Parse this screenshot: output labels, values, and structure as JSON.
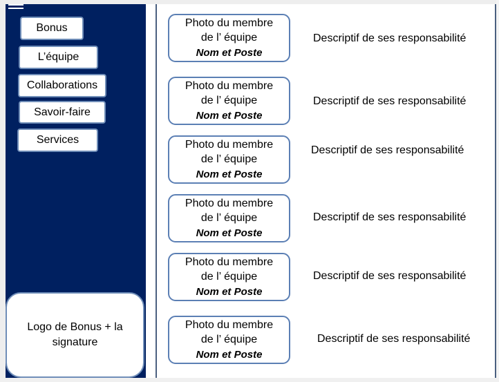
{
  "sidebar": {
    "nav": [
      {
        "label": "Bonus"
      },
      {
        "label": "L’équipe"
      },
      {
        "label": "Collaborations"
      },
      {
        "label": "Savoir-faire"
      },
      {
        "label": "Services"
      }
    ],
    "logo_text": "Logo de Bonus + la signature"
  },
  "members": [
    {
      "photo_line1": "Photo du membre",
      "photo_line2": "de l’ équipe",
      "role": "Nom et Poste",
      "description": "Descriptif de ses responsabilité"
    },
    {
      "photo_line1": "Photo du membre",
      "photo_line2": "de l’ équipe",
      "role": "Nom et Poste",
      "description": "Descriptif de ses responsabilité"
    },
    {
      "photo_line1": "Photo du membre",
      "photo_line2": "de l’ équipe",
      "role": "Nom et Poste",
      "description": "Descriptif de ses responsabilité"
    },
    {
      "photo_line1": "Photo du membre",
      "photo_line2": "de l’ équipe",
      "role": "Nom et Poste",
      "description": "Descriptif de ses responsabilité"
    },
    {
      "photo_line1": "Photo du membre",
      "photo_line2": "de l’ équipe",
      "role": "Nom et Poste",
      "description": "Descriptif de ses responsabilité"
    },
    {
      "photo_line1": "Photo du membre",
      "photo_line2": "de l’ équipe",
      "role": "Nom et Poste",
      "description": "Descriptif de ses responsabilité"
    }
  ]
}
